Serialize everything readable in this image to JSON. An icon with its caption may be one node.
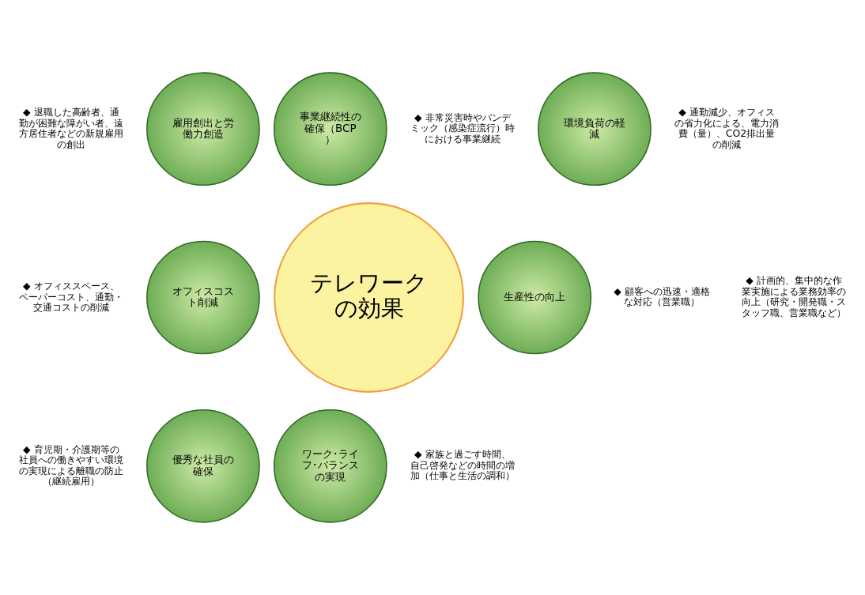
{
  "diagram": {
    "nodes": [
      {
        "text": [
          "テレワークの効果"
        ]
      },
      {
        "text": [
          "事業継続性の確保（BCP）"
        ],
        "beside": [
          "◆ 非常災害時やパンデミック（感染症流行）時における事業継続"
        ]
      },
      {
        "text": [
          "環境負荷の軽減"
        ],
        "beside": [
          "◆ 通勤減少、オフィスの省力化による、電力消費（量）、CO2排出量の削減"
        ]
      },
      {
        "text": [
          "生産性の向上"
        ],
        "beside": [
          "◆ 顧客への迅速・適格な対応（営業職）",
          "◆ 計画的、集中的な作業実施による業務効率の向上（研究・開発職・スタッフ職、営業職など）"
        ]
      },
      {
        "text": [
          "ワーク･ライフ･バランスの実現"
        ],
        "beside": [
          "◆ 家族と過ごす時間、自己啓発などの時間の増加（仕事と生活の調和）"
        ]
      },
      {
        "text": [
          "優秀な社員の確保"
        ],
        "beside": [
          "◆ 育児期・介護期等の社員への働きやすい環境の実現による離職の防止（継続雇用）"
        ]
      },
      {
        "text": [
          "オフィスコスト削減"
        ],
        "beside": [
          "◆ オフィススペース、ペーパーコスト、通勤・交通コストの削減"
        ]
      },
      {
        "text": [
          "雇用創出と労働力創造"
        ],
        "beside": [
          "◆ 退職した高齢者、通勤が困難な障がい者、遠方居住者などの新規雇用の創出"
        ]
      }
    ],
    "edges": []
  }
}
